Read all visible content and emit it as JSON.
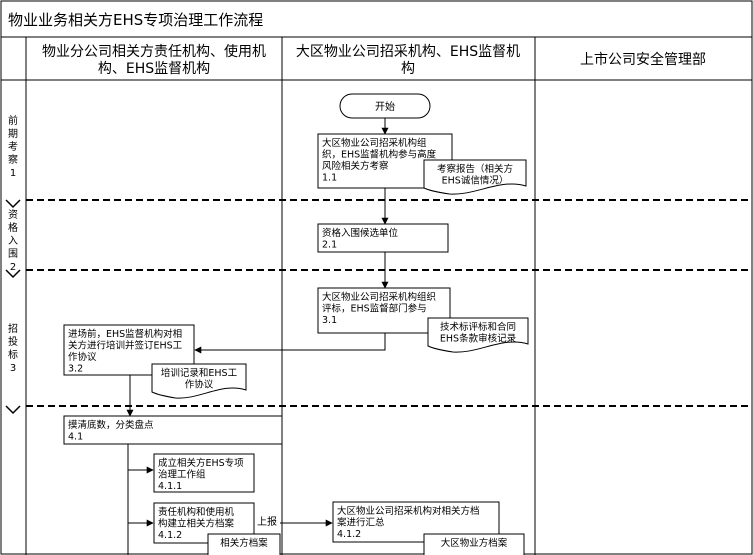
{
  "title": "物业业务相关方EHS专项治理工作流程",
  "columns": [
    {
      "line1": "物业分公司相关方责任机构、使用机",
      "line2": "构、EHS监督机构"
    },
    {
      "line1": "大区物业公司招采机构、EHS监督机",
      "line2": "构"
    },
    {
      "line1": "上市公司安全管理部",
      "line2": ""
    }
  ],
  "phases": [
    {
      "label": "前期考察",
      "num": "1"
    },
    {
      "label": "资格入围",
      "num": "2"
    },
    {
      "label": "招投标",
      "num": "3"
    }
  ],
  "nodes": {
    "start": "开始",
    "n11": {
      "lines": [
        "大区物业公司招采机构组",
        "织，EHS监督机构参与高度",
        "风险相关方考察"
      ],
      "num": "1.1"
    },
    "d11": {
      "lines": [
        "考察报告（相关方",
        "EHS诚信情况）"
      ]
    },
    "n21": {
      "lines": [
        "资格入围候选单位"
      ],
      "num": "2.1"
    },
    "n31": {
      "lines": [
        "大区物业公司招采机构组织",
        "评标，EHS监督部门参与"
      ],
      "num": "3.1"
    },
    "d31": {
      "lines": [
        "技术标评标和合同",
        "EHS条款审核记录"
      ]
    },
    "n32": {
      "lines": [
        "进场前，EHS监督机构对相",
        "关方进行培训并签订EHS工",
        "作协议"
      ],
      "num": "3.2"
    },
    "d32": {
      "lines": [
        "培训记录和EHS工",
        "作协议"
      ]
    },
    "n41": {
      "lines": [
        "摸清底数，分类盘点"
      ],
      "num": "4.1"
    },
    "n411": {
      "lines": [
        "成立相关方EHS专项",
        "治理工作组"
      ],
      "num": "4.1.1"
    },
    "n412": {
      "lines": [
        "责任机构和使用机",
        "构建立相关方档案"
      ],
      "num": "4.1.2"
    },
    "d412": {
      "lines": [
        "相关方档案"
      ]
    },
    "n412b": {
      "lines": [
        "大区物业公司招采机构对相关方档",
        "案进行汇总"
      ],
      "num": "4.1.2"
    },
    "d412b": {
      "lines": [
        "大区物业方档案"
      ]
    },
    "report": "上报"
  }
}
